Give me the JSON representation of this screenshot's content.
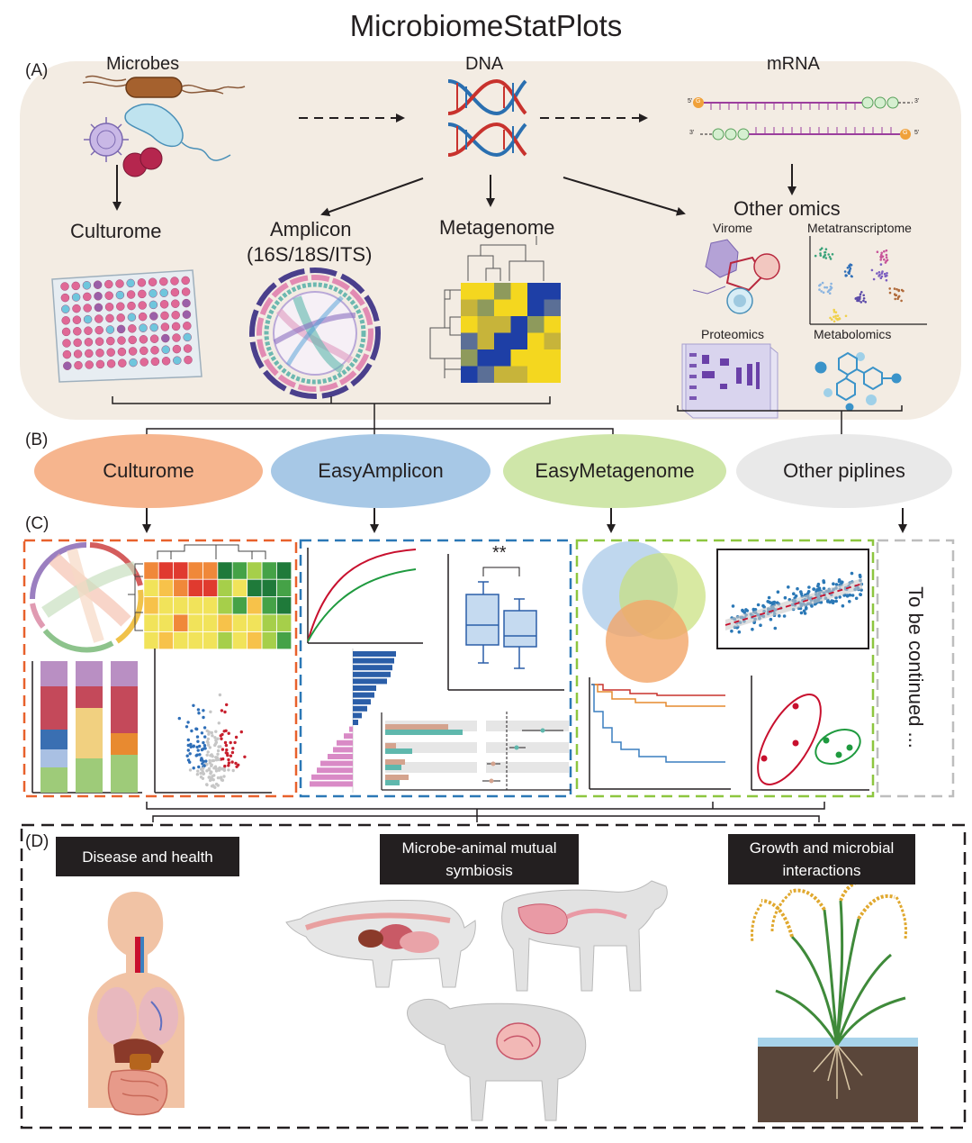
{
  "title": "MicrobiomeStatPlots",
  "panels": {
    "A": "(A)",
    "B": "(B)",
    "C": "(C)",
    "D": "(D)"
  },
  "panel_a": {
    "microbes": "Microbes",
    "dna": "DNA",
    "mrna": "mRNA",
    "culturome": "Culturome",
    "amplicon_line1": "Amplicon",
    "amplicon_line2": "(16S/18S/ITS)",
    "metagenome": "Metagenome",
    "other_omics": "Other omics",
    "virome": "Virome",
    "metatranscriptome": "Metatranscriptome",
    "proteomics": "Proteomics",
    "metabolomics": "Metabolomics",
    "mrna_5prime": "5'",
    "mrna_3prime": "3'",
    "mrna_g": "G",
    "mrna_a": "A"
  },
  "panel_b": {
    "culturome": "Culturome",
    "easyamplicon": "EasyAmplicon",
    "easymetagenome": "EasyMetagenome",
    "other": "Other piplines"
  },
  "panel_c": {
    "significance": "**",
    "to_be_continued": "To be continued ..."
  },
  "panel_d": {
    "disease": "Disease and health",
    "symbiosis_line1": "Microbe-animal mutual",
    "symbiosis_line2": "symbiosis",
    "growth_line1": "Growth and microbial",
    "growth_line2": "interactions"
  },
  "colors": {
    "panel_a_bg": "#f3ece3",
    "culturome": "#f6b58e",
    "easyamplicon": "#a7c8e6",
    "easymetagenome": "#cfe6a9",
    "other": "#e9e9e9",
    "box_orange": "#e8612c",
    "box_blue": "#2b78b6",
    "box_green": "#8dc63f",
    "box_gray": "#bdbdbd"
  },
  "icons": [
    "bacteria-icon",
    "virus-icon",
    "dna-helix-icon",
    "mrna-strand-icon",
    "well-plate-icon",
    "circos-icon",
    "heatmap-icon",
    "virus-cluster-icon",
    "scatter-cluster-icon",
    "gel-icon",
    "molecule-icon",
    "human-body-icon",
    "pig-icon",
    "cow-icon",
    "sheep-icon",
    "rice-plant-icon"
  ]
}
